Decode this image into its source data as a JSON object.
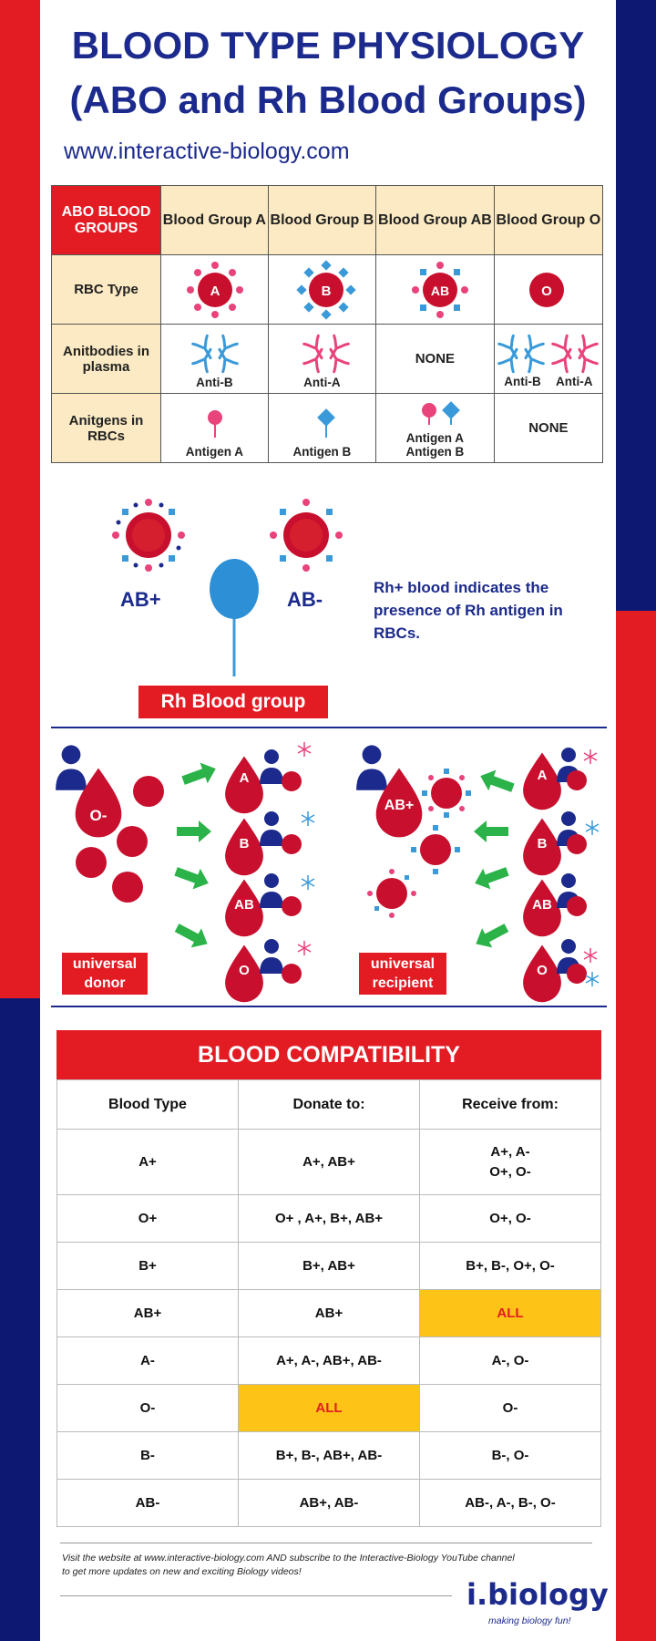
{
  "header": {
    "title_line1": "BLOOD TYPE PHYSIOLOGY",
    "title_line2": "(ABO and Rh Blood Groups)",
    "website": "www.interactive-biology.com"
  },
  "abo_table": {
    "corner": "ABO BLOOD GROUPS",
    "columns": [
      "Blood Group A",
      "Blood Group B",
      "Blood Group AB",
      "Blood Group O"
    ],
    "row_rbc": "RBC Type",
    "rbc_labels": [
      "A",
      "B",
      "AB",
      "O"
    ],
    "row_antibodies": "Anitbodies in plasma",
    "antibodies": [
      "Anti-B",
      "Anti-A",
      "NONE",
      "Anti-B",
      "Anti-A"
    ],
    "row_antigens": "Anitgens in RBCs",
    "antigens": [
      "Antigen A",
      "Antigen B",
      "Antigen A",
      "Antigen B",
      "NONE"
    ]
  },
  "rh": {
    "ab_pos": "AB+",
    "ab_neg": "AB-",
    "note": "Rh+ blood indicates the presence of Rh antigen in RBCs.",
    "label": "Rh Blood group"
  },
  "donor": {
    "source": "O-",
    "targets": [
      "A",
      "B",
      "AB",
      "O"
    ],
    "label_line1": "universal",
    "label_line2": "donor"
  },
  "recipient": {
    "target": "AB+",
    "sources": [
      "A",
      "B",
      "AB",
      "O"
    ],
    "label_line1": "universal",
    "label_line2": "recipient"
  },
  "compatibility": {
    "title": "BLOOD COMPATIBILITY",
    "headers": [
      "Blood Type",
      "Donate to:",
      "Receive from:"
    ],
    "rows": [
      [
        "A+",
        "A+, AB+",
        "A+, A-",
        "O+, O-"
      ],
      [
        "O+",
        "O+ , A+, B+, AB+",
        "O+, O-",
        ""
      ],
      [
        "B+",
        "B+, AB+",
        "B+, B-, O+, O-",
        ""
      ],
      [
        "AB+",
        "AB+",
        "ALL",
        ""
      ],
      [
        "A-",
        "A+, A-, AB+, AB-",
        "A-, O-",
        ""
      ],
      [
        "O-",
        "ALL",
        "O-",
        ""
      ],
      [
        "B-",
        "B+, B-, AB+, AB-",
        "B-, O-",
        ""
      ],
      [
        "AB-",
        "AB+, AB-",
        "AB-, A-, B-, O-",
        ""
      ]
    ]
  },
  "footer": {
    "note_line1": "Visit the website at www.interactive-biology.com AND subscribe to the Interactive-Biology YouTube channel",
    "note_line2": "to get more updates on new and exciting Biology videos!",
    "logo": "i.biology",
    "tagline": "making biology fun!"
  },
  "colors": {
    "red": "#e31c24",
    "navy": "#0d1873",
    "title_blue": "#1b2a8c",
    "cream": "#fbeac3",
    "highlight": "#fdc316",
    "pink": "#e8437a",
    "sky": "#3a9ad9",
    "green": "#2bb34a"
  }
}
